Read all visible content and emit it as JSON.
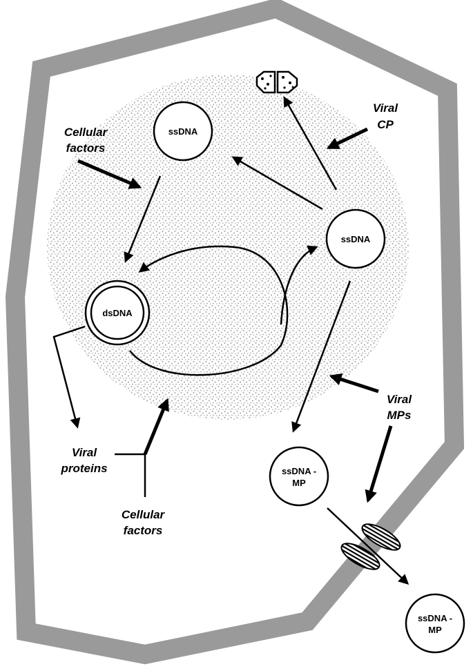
{
  "nodes": {
    "ssdna_top": "ssDNA",
    "ssdna_right": "ssDNA",
    "dsdna": "dsDNA",
    "ssdna_mp_1": [
      "ssDNA -",
      "MP"
    ],
    "ssdna_mp_2": [
      "ssDNA -",
      "MP"
    ]
  },
  "labels": {
    "cellular_factors_top": [
      "Cellular",
      "factors"
    ],
    "viral_cp": [
      "Viral",
      "CP"
    ],
    "viral_proteins": [
      "Viral",
      "proteins"
    ],
    "cellular_factors_bottom": [
      "Cellular",
      "factors"
    ],
    "viral_mps": [
      "Viral",
      "MPs"
    ]
  },
  "icons": [
    "virion-icon",
    "plasmodesma-icon"
  ],
  "colors": {
    "cell_wall": "#9a9a9a",
    "nucleus_stipple": "#b8b8b8",
    "ink": "#000000"
  }
}
